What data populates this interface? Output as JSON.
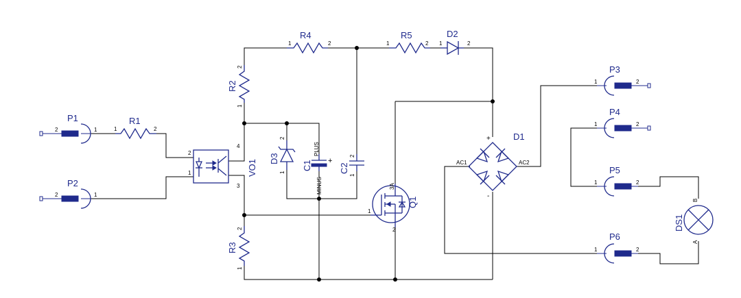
{
  "components": {
    "P1": {
      "ref": "P1",
      "pins": [
        "2",
        "1"
      ]
    },
    "P2": {
      "ref": "P2",
      "pins": [
        "2",
        "1"
      ]
    },
    "P3": {
      "ref": "P3",
      "pins": [
        "1",
        "2"
      ]
    },
    "P4": {
      "ref": "P4",
      "pins": [
        "1",
        "2"
      ]
    },
    "P5": {
      "ref": "P5",
      "pins": [
        "1",
        "2"
      ]
    },
    "P6": {
      "ref": "P6",
      "pins": [
        "1",
        "2"
      ]
    },
    "R1": {
      "ref": "R1",
      "pins": [
        "1",
        "2"
      ]
    },
    "R2": {
      "ref": "R2",
      "pins": [
        "2",
        "1"
      ]
    },
    "R3": {
      "ref": "R3",
      "pins": [
        "2",
        "1"
      ]
    },
    "R4": {
      "ref": "R4",
      "pins": [
        "1",
        "2"
      ]
    },
    "R5": {
      "ref": "R5",
      "pins": [
        "1",
        "2"
      ]
    },
    "D2": {
      "ref": "D2",
      "pins": [
        "1",
        "2"
      ]
    },
    "D3": {
      "ref": "D3",
      "pins": [
        "2",
        "1"
      ]
    },
    "VO1": {
      "ref": "VO1",
      "pins": [
        "2",
        "1",
        "4",
        "3"
      ]
    },
    "C1": {
      "ref": "C1",
      "plus": "PLUS",
      "minus": "MINUS",
      "sign": "+"
    },
    "C2": {
      "ref": "C2",
      "pins": [
        "2",
        "1"
      ]
    },
    "Q1": {
      "ref": "Q1",
      "pins": [
        "1",
        "2",
        "3A"
      ]
    },
    "D1": {
      "ref": "D1",
      "ac1": "AC1",
      "ac2": "AC2",
      "plus": "+",
      "minus": "-"
    },
    "DS1": {
      "ref": "DS1",
      "pins": [
        "B",
        "A"
      ]
    }
  },
  "colors": {
    "symbol": "#1f2a8c",
    "wire": "#000000",
    "background": "#ffffff"
  }
}
